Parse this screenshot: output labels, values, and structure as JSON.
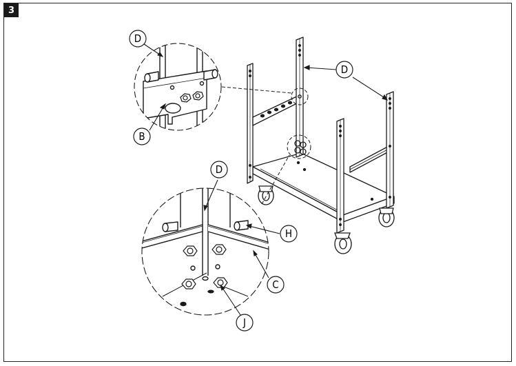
{
  "step_number": "3",
  "callouts": {
    "d1": "D",
    "d2": "D",
    "d3": "D",
    "b": "B",
    "h": "H",
    "c": "C",
    "j": "J"
  },
  "colors": {
    "line": "#1a1a1a",
    "paper": "#ffffff",
    "badge": "#1a1a1a"
  }
}
